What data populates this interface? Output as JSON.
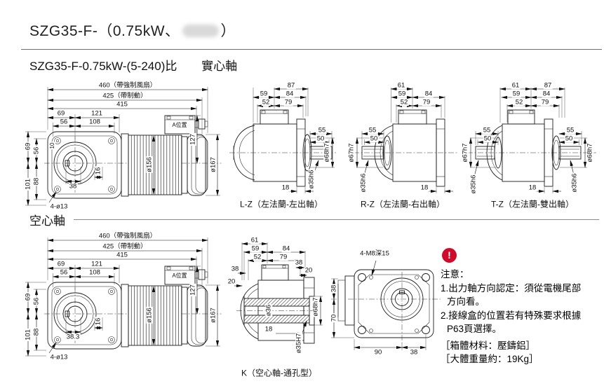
{
  "header": {
    "title_prefix": "SZG35-F-（0.75kW、",
    "title_suffix": "）",
    "model_line": "SZG35-F-0.75kW-(5-240)比",
    "solid_shaft_label": "實心軸",
    "hollow_shaft_label": "空心軸"
  },
  "solid_main": {
    "d460": "460（帶強制風扇）",
    "d425": "425（帶制動）",
    "d415": "415",
    "d69": "69",
    "d121": "121",
    "d56": "56",
    "d108": "108",
    "a_pos": "A位置",
    "key": "10",
    "l69": "69",
    "l56": "56",
    "l101": "101",
    "l88": "88",
    "b38": "38",
    "b16": "16",
    "holes": "4-ø13",
    "d156": "ø156",
    "d127": "127",
    "d167": "ø167"
  },
  "lz": {
    "caption": "L-Z（左法蘭-左出軸）",
    "t87": "87",
    "t59": "59",
    "t84": "84",
    "t52": "52",
    "t79": "79",
    "s55": "55",
    "s50": "50",
    "boss": "ø68h7",
    "shaft": "ø35h6",
    "t18": "18"
  },
  "rz": {
    "caption": "R-Z（左法蘭-右出軸）",
    "t61": "61",
    "t59": "59",
    "t84": "84",
    "t52": "52",
    "t79": "79",
    "s55": "55",
    "s50": "50",
    "boss": "ø67h7",
    "shaft": "ø35h6",
    "t18": "18"
  },
  "tz": {
    "caption": "T-Z（左法蘭-雙出軸）",
    "t61": "61",
    "t87": "87",
    "t59": "59",
    "t84": "84",
    "t52": "52",
    "t79": "79",
    "s55l": "55",
    "s50l": "50",
    "s55r": "55",
    "s50r": "50",
    "boss_l": "ø67h7",
    "boss_r": "ø68h7",
    "shaft_l": "ø35h6",
    "shaft_r": "ø35h6",
    "t18": "18"
  },
  "hollow_main": {
    "d460": "460（帶強制風扇）",
    "d425": "425（帶制動）",
    "d415": "415",
    "d69": "69",
    "d121": "121",
    "d56": "56",
    "d108": "108",
    "a_pos": "A位置",
    "l69": "69",
    "l56": "56",
    "l101": "101",
    "l88": "88",
    "b383": "38.3",
    "b16": "16",
    "holes": "4-ø13",
    "d156": "ø156",
    "d127": "127",
    "d167": "ø167"
  },
  "k": {
    "caption": "K（空心軸-通孔型）",
    "t61": "61",
    "t59": "59",
    "t84": "84",
    "t52": "52",
    "t79": "79",
    "l38": "38",
    "l20": "20",
    "r38": "38",
    "r20": "20",
    "bore": "ø36",
    "boss": "ø68h7",
    "bore_fit": "ø35H7",
    "t18": "18"
  },
  "flange": {
    "tap": "4-M8深15",
    "v38": "38",
    "v70": "70",
    "b90": "90",
    "b38": "38"
  },
  "notes": {
    "icon": "!",
    "heading": "注意：",
    "l1": "1.出力軸方向認定：須從電機尾部",
    "l1b": "方向看。",
    "l2": "2.接線盒的位置若有特殊要求根據",
    "l2b": "P63頁選擇。",
    "material": "［箱體材料：壓鑄鋁］",
    "weight": "［大體重量約：19Kg］"
  }
}
